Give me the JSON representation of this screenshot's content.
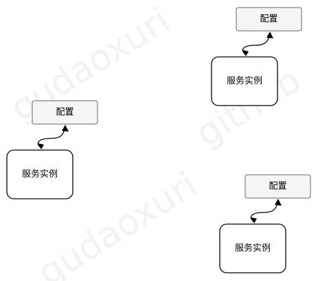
{
  "watermark": {
    "primary": "gudaoxuri",
    "secondary": "github"
  },
  "groups": [
    {
      "config_label": "配置",
      "service_label": "服务实例"
    },
    {
      "config_label": "配置",
      "service_label": "服务实例"
    },
    {
      "config_label": "配置",
      "service_label": "服务实例"
    }
  ]
}
